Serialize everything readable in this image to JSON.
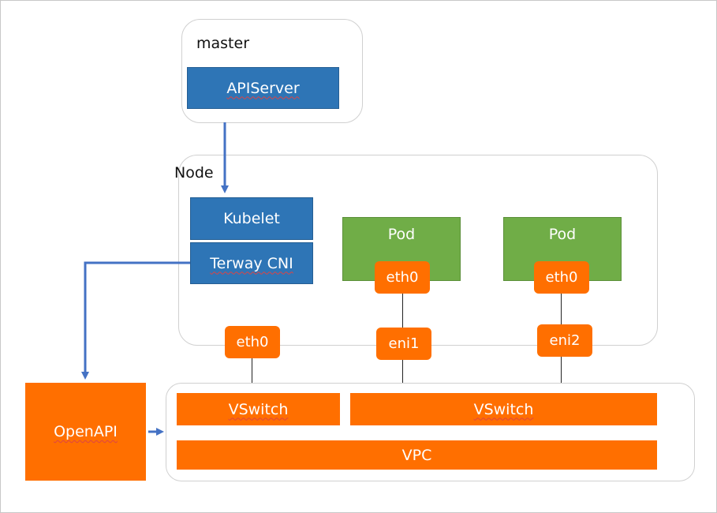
{
  "master": {
    "label": "master",
    "apiserver": "APIServer"
  },
  "node": {
    "label": "Node",
    "kubelet": "Kubelet",
    "terway": "Terway CNI",
    "eth0": "eth0"
  },
  "pods": [
    {
      "label": "Pod",
      "nic": "eth0",
      "eni": "eni1"
    },
    {
      "label": "Pod",
      "nic": "eth0",
      "eni": "eni2"
    }
  ],
  "network": {
    "openapi": "OpenAPI",
    "vswitch_left": "VSwitch",
    "vswitch_right": "VSwitch",
    "vpc": "VPC"
  },
  "colors": {
    "blue": "#2e75b6",
    "green": "#70ad47",
    "orange": "#ff6f00",
    "arrow": "#4472c4"
  }
}
